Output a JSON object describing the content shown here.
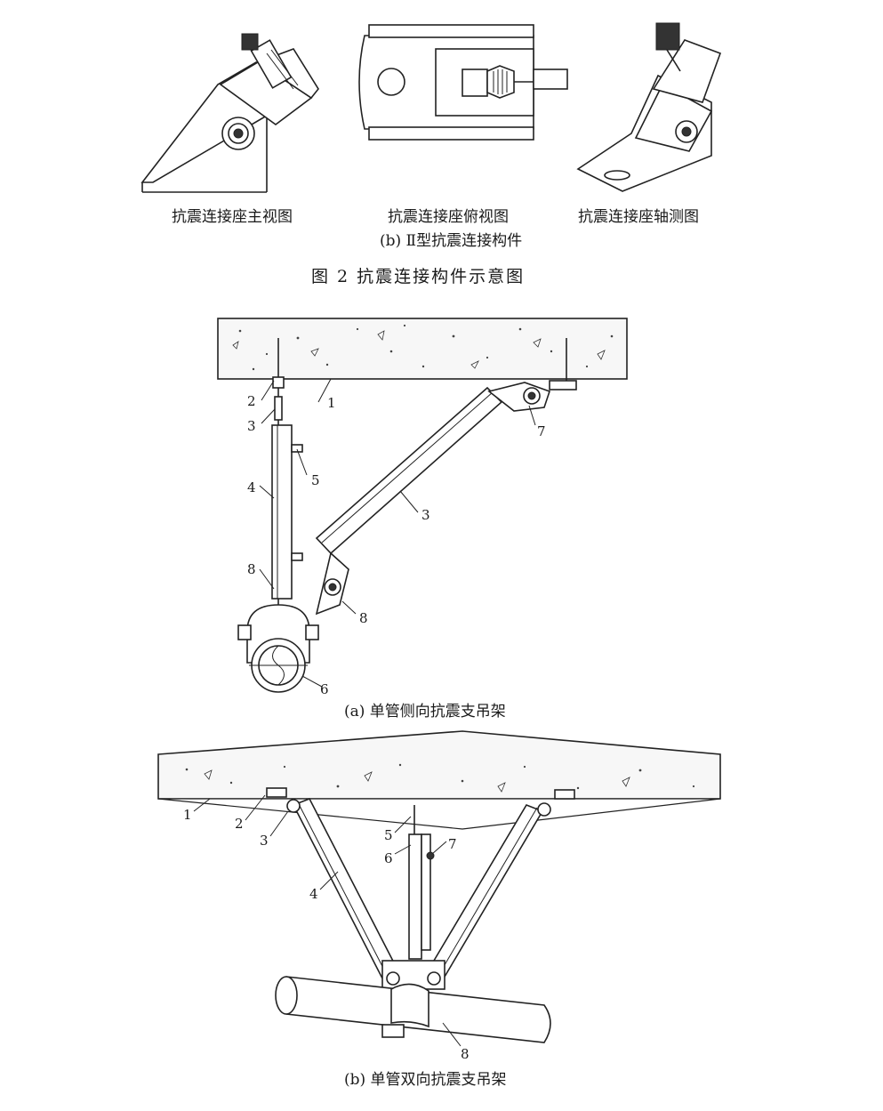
{
  "top_panel": {
    "views": [
      {
        "caption": "抗震连接座主视图"
      },
      {
        "caption": "抗震连接座俯视图"
      },
      {
        "caption": "抗震连接座轴测图"
      }
    ],
    "sub_caption": "(b) Ⅱ型抗震连接构件"
  },
  "figure_title": "图 2   抗震连接构件示意图",
  "diagram_a": {
    "caption": "(a)  单管侧向抗震支吊架",
    "callouts": [
      "1",
      "2",
      "3",
      "3",
      "4",
      "5",
      "6",
      "7",
      "8",
      "8"
    ]
  },
  "diagram_b": {
    "caption": "(b)  单管双向抗震支吊架",
    "callouts": [
      "1",
      "2",
      "3",
      "4",
      "5",
      "6",
      "7",
      "8"
    ]
  }
}
